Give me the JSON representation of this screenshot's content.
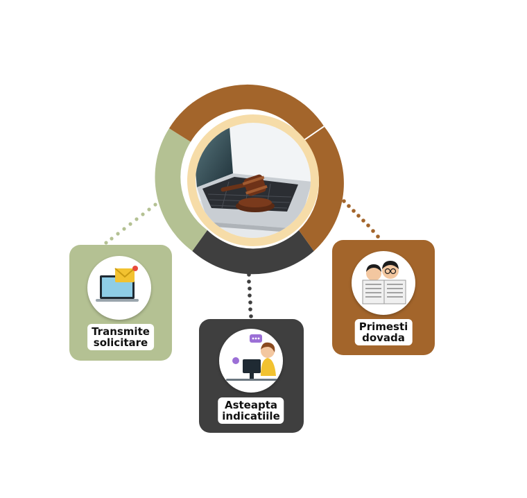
{
  "colors": {
    "green": "#b4c193",
    "brown": "#a3652b",
    "dark": "#3f3f3f",
    "cream": "#f6dca8"
  },
  "center_image": {
    "icon": "laptop-gavel-icon"
  },
  "steps": [
    {
      "line1": "Transmite",
      "line2": "solicitare",
      "icon": "laptop-mail-icon",
      "color": "#b4c193"
    },
    {
      "line1": "Asteapta",
      "line2": "indicatiile",
      "icon": "support-agent-icon",
      "color": "#3f3f3f"
    },
    {
      "line1": "Primesti",
      "line2": "dovada",
      "icon": "reading-newspaper-icon",
      "color": "#a3652b"
    }
  ]
}
